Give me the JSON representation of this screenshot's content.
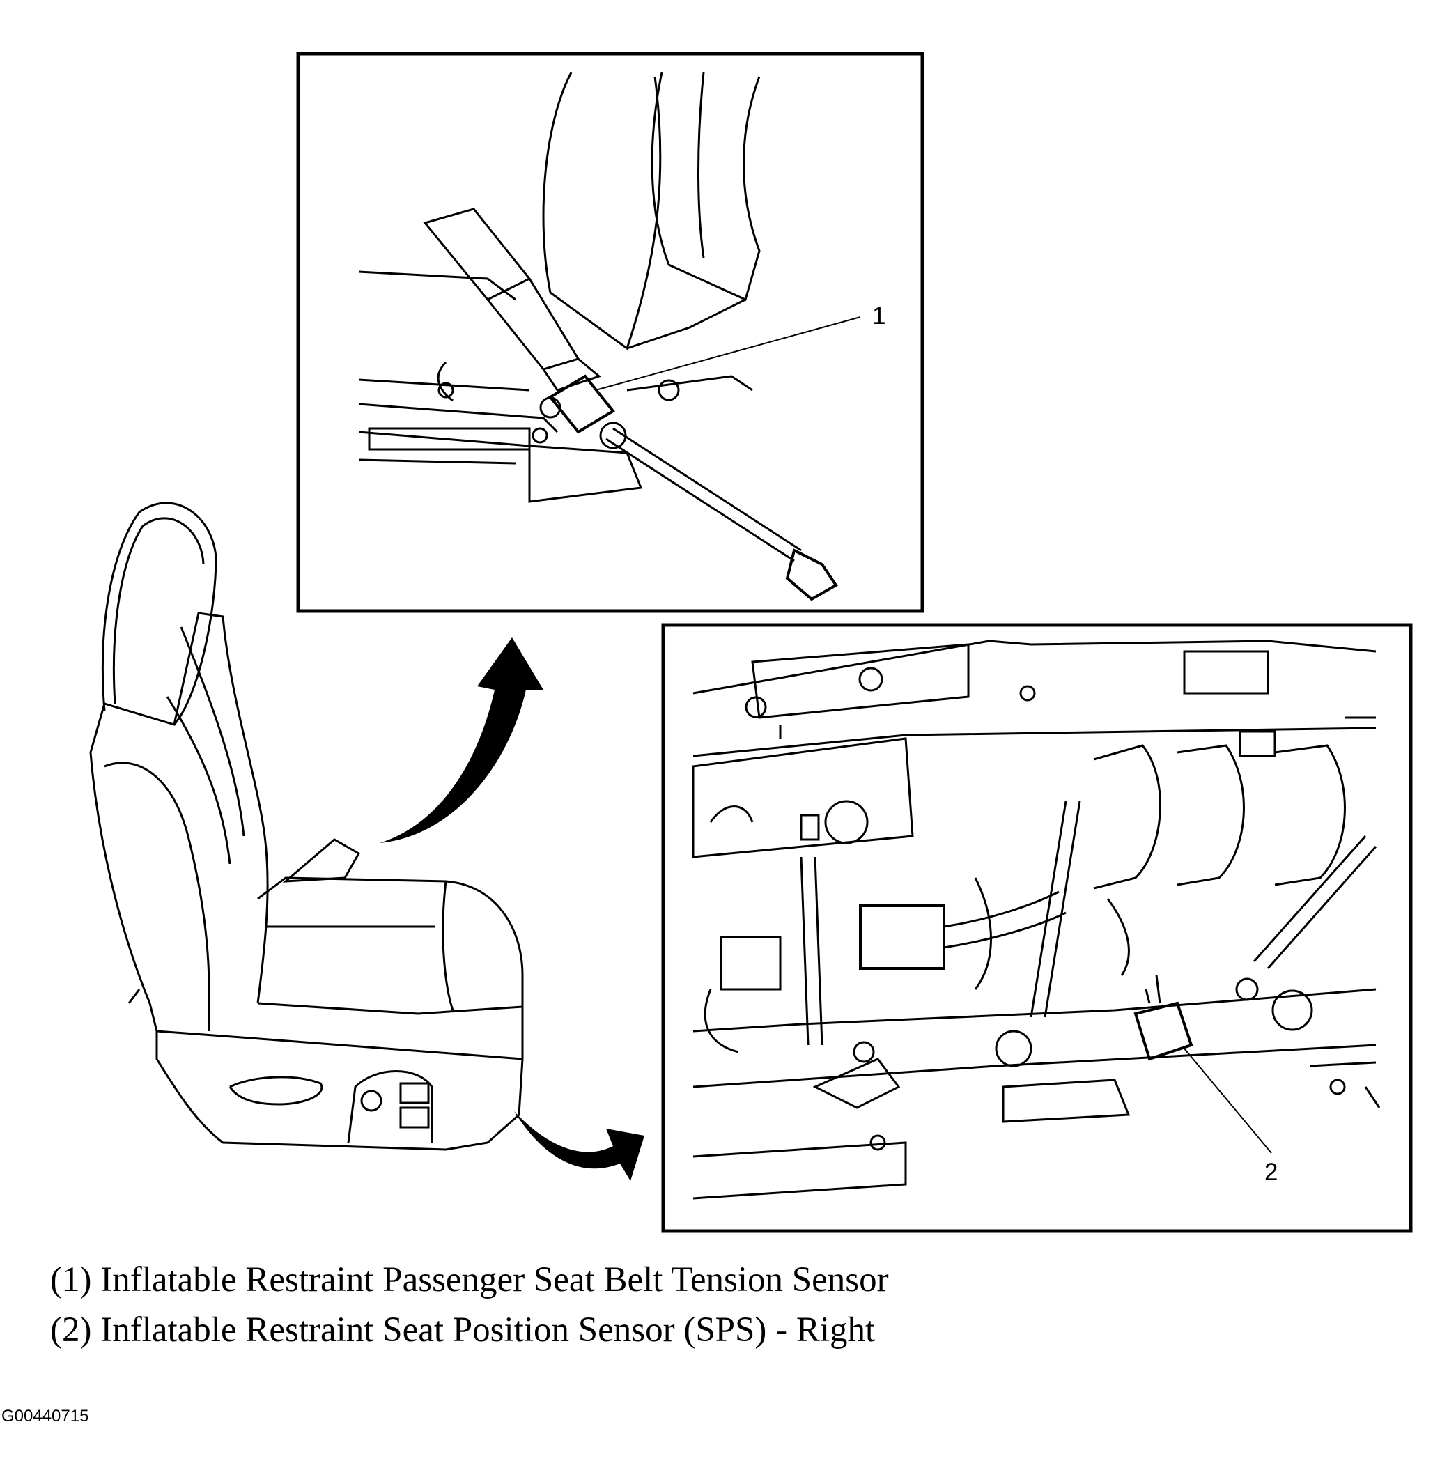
{
  "callouts": [
    {
      "number": "1",
      "description": "(1) Inflatable Restraint Passenger Seat Belt Tension Sensor"
    },
    {
      "number": "2",
      "description": "(2) Inflatable Restraint Seat Position Sensor (SPS) - Right"
    }
  ],
  "figure_id": "G00440715",
  "colors": {
    "ink": "#000000",
    "background": "#ffffff"
  }
}
